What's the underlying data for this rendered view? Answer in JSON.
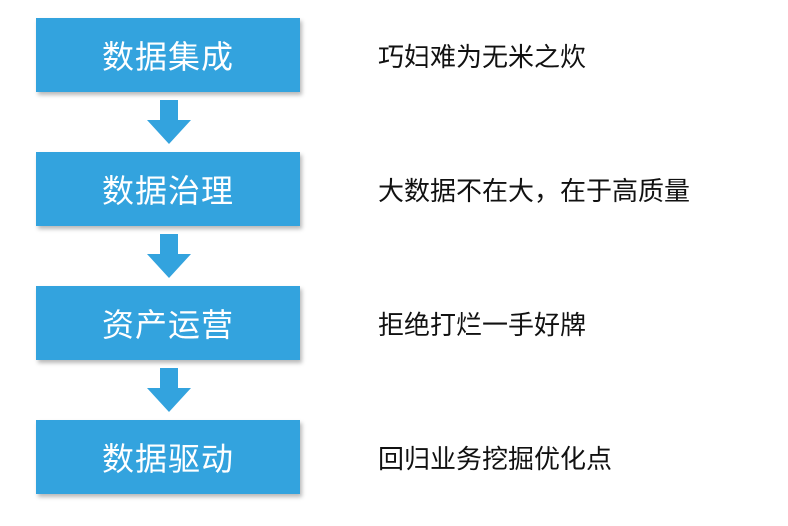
{
  "colors": {
    "box_fill": "#33a3de",
    "box_text": "#ffffff",
    "note_text": "#111111",
    "arrow_fill": "#33a3de"
  },
  "steps": [
    {
      "label": "数据集成",
      "note": "巧妇难为无米之炊"
    },
    {
      "label": "数据治理",
      "note": "大数据不在大，在于高质量"
    },
    {
      "label": "资产运营",
      "note": "拒绝打烂一手好牌"
    },
    {
      "label": "数据驱动",
      "note": "回归业务挖掘优化点"
    }
  ],
  "arrows": [
    {
      "icon": "down-arrow-icon"
    },
    {
      "icon": "down-arrow-icon"
    },
    {
      "icon": "down-arrow-icon"
    }
  ]
}
